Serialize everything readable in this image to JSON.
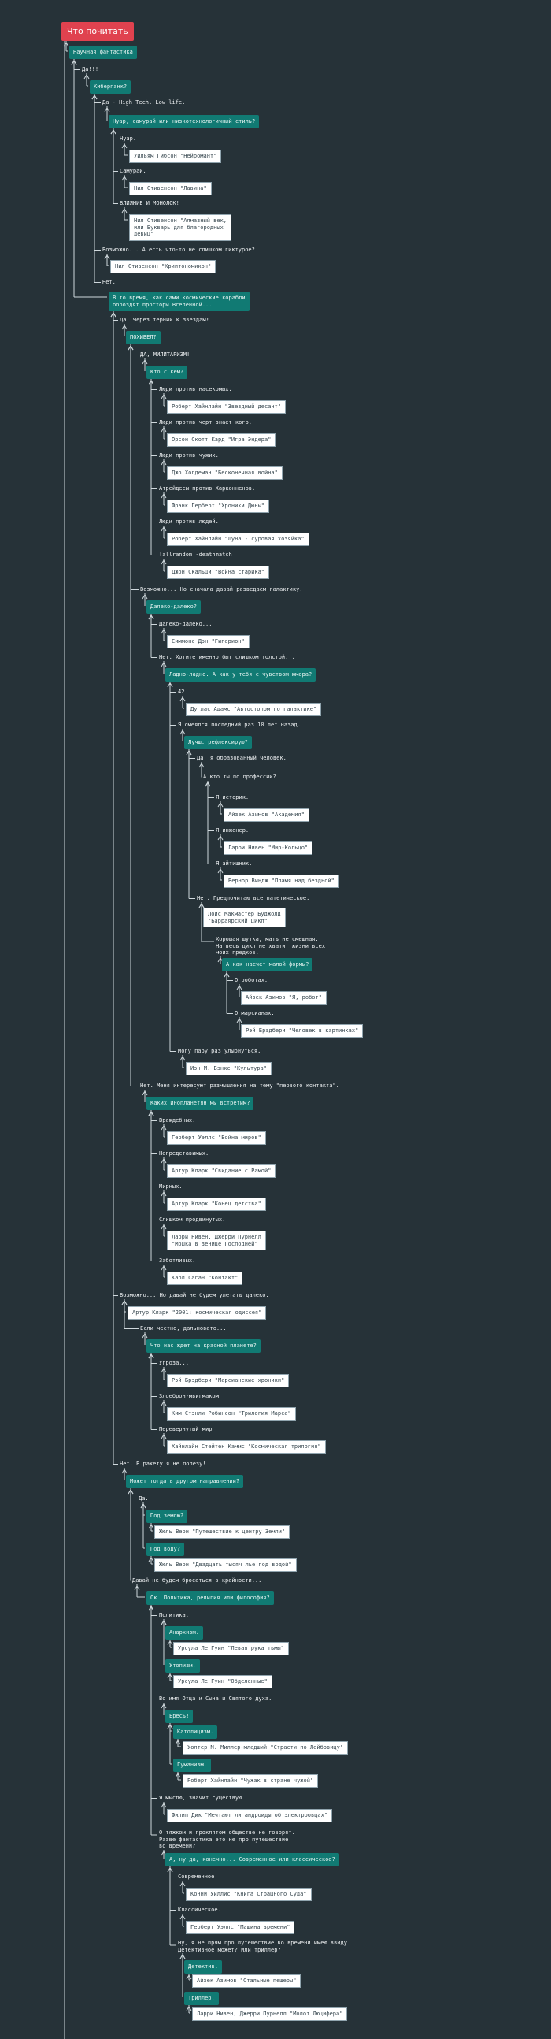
{
  "colors": {
    "background": "#263238",
    "root": "#e0424f",
    "question": "#117a73",
    "book_bg": "#ffffff",
    "line": "#cfd8dc"
  },
  "nodes": [
    {
      "id": "root",
      "type": "root",
      "text": "Что почитать"
    },
    {
      "id": "n1",
      "type": "question",
      "text": "Научная фантастика"
    },
    {
      "id": "n2",
      "type": "label",
      "text": "Да!!!"
    },
    {
      "id": "n3",
      "type": "question",
      "text": "Киберпанк?"
    },
    {
      "id": "n4",
      "type": "label",
      "text": "Да - High Tech. Low life."
    },
    {
      "id": "n5",
      "type": "question",
      "text": "Нуар, самурай или низкотехнологичный стиль?"
    },
    {
      "id": "n6",
      "type": "label",
      "text": "Нуар."
    },
    {
      "id": "b1",
      "type": "book",
      "text": "Уильям Гибсон \"Нейромант\""
    },
    {
      "id": "n7",
      "type": "label",
      "text": "Самураи."
    },
    {
      "id": "b2",
      "type": "book",
      "text": "Нил Стивенсон \"Лавина\""
    },
    {
      "id": "n8",
      "type": "label",
      "text": "ВЛИЯНИЕ И МОНОЛОК!"
    },
    {
      "id": "b3",
      "type": "book",
      "text": "Нил Стивенсон \"Алмазный век,\nили Букварь для благородных\nдевиц\""
    },
    {
      "id": "n9",
      "type": "label",
      "text": "Возможно... А есть что-то не слишком гиктурое?"
    },
    {
      "id": "b4",
      "type": "book",
      "text": "Нил Стивенсон \"Криптономикон\""
    },
    {
      "id": "n10",
      "type": "label",
      "text": "Нет."
    },
    {
      "id": "n11",
      "type": "question",
      "text": "В то время, как сами космические корабли\nбороздят просторы Вселенной..."
    },
    {
      "id": "n12",
      "type": "label",
      "text": "Да! Через тернии к звездам!"
    },
    {
      "id": "n13",
      "type": "question",
      "text": "ПОХИВЕЛ?"
    },
    {
      "id": "n14",
      "type": "label",
      "text": "ДА, МИЛИТАРИЗМ!"
    },
    {
      "id": "n15",
      "type": "question",
      "text": "Кто с кем?"
    },
    {
      "id": "n16",
      "type": "label",
      "text": "Люди против насекомых."
    },
    {
      "id": "b5",
      "type": "book",
      "text": "Роберт Хайнлайн \"Звездный десант\""
    },
    {
      "id": "n17",
      "type": "label",
      "text": "Люди против черт знает кого."
    },
    {
      "id": "b6",
      "type": "book",
      "text": "Орсон Скотт Кард \"Игра Эндера\""
    },
    {
      "id": "n18",
      "type": "label",
      "text": "Люди против чужих."
    },
    {
      "id": "b7",
      "type": "book",
      "text": "Джо Холдеман \"Бесконечная война\""
    },
    {
      "id": "n19",
      "type": "label",
      "text": "Атрейдесы против Харконненов."
    },
    {
      "id": "b8",
      "type": "book",
      "text": "Фрэнк Герберт \"Хроники Дюны\""
    },
    {
      "id": "n20",
      "type": "label",
      "text": "Люди против людей."
    },
    {
      "id": "b9",
      "type": "book",
      "text": "Роберт Хайнлайн \"Луна - суровая хозяйка\""
    },
    {
      "id": "n21",
      "type": "label",
      "text": "!allrandom -deathmatch"
    },
    {
      "id": "b10",
      "type": "book",
      "text": "Джон Скальци \"Война старика\""
    },
    {
      "id": "n22",
      "type": "label",
      "text": "Возможно... Но сначала давай разведаем галактику."
    },
    {
      "id": "n23",
      "type": "question",
      "text": "Далеко-далеко?"
    },
    {
      "id": "n24",
      "type": "label",
      "text": "Далеко-далеко..."
    },
    {
      "id": "b11",
      "type": "book",
      "text": "Симмонс Дэн \"Гиперион\""
    },
    {
      "id": "n25",
      "type": "label",
      "text": "Нет. Хотите именно быт слишком толстой..."
    },
    {
      "id": "n26",
      "type": "question",
      "text": "Ладно-ладно. А как у тебя с чувством юмора?"
    },
    {
      "id": "n27",
      "type": "label",
      "text": "42"
    },
    {
      "id": "b12",
      "type": "book",
      "text": "Дуглас Адамс \"Автостопом по галактике\""
    },
    {
      "id": "n28",
      "type": "label",
      "text": "Я смеялся последний раз 10 лет назад."
    },
    {
      "id": "n29",
      "type": "question",
      "text": "Лучш. рефлексирую?"
    },
    {
      "id": "n30",
      "type": "label",
      "text": "Да, я образованный человек."
    },
    {
      "id": "n31",
      "type": "label",
      "text": "А кто ты по профессии?"
    },
    {
      "id": "n32",
      "type": "label",
      "text": "Я историк."
    },
    {
      "id": "b13",
      "type": "book",
      "text": "Айзек Азимов \"Академия\""
    },
    {
      "id": "n33",
      "type": "label",
      "text": "Я инженер."
    },
    {
      "id": "b14",
      "type": "book",
      "text": "Ларри Нивен \"Мир-Кольцо\""
    },
    {
      "id": "n34",
      "type": "label",
      "text": "Я айтишник."
    },
    {
      "id": "b15",
      "type": "book",
      "text": "Вернор Виндж \"Пламя над бездной\""
    },
    {
      "id": "n35",
      "type": "label",
      "text": "Нет. Предпочитаю все патетическое."
    },
    {
      "id": "b16",
      "type": "book",
      "text": "Лоис Макмастер Буджолд\n\"Барраярский цикл\""
    },
    {
      "id": "n36",
      "type": "label",
      "text": "Хорошая шутка, мать не смешная.\nНа весь цикл не хватит жизни всех\nмоих предков."
    },
    {
      "id": "n37",
      "type": "question",
      "text": "А как насчет малой формы?"
    },
    {
      "id": "n38",
      "type": "label",
      "text": "О роботах."
    },
    {
      "id": "b17",
      "type": "book",
      "text": "Айзек Азимов \"Я, робот\""
    },
    {
      "id": "n39",
      "type": "label",
      "text": "О марсианах."
    },
    {
      "id": "b18",
      "type": "book",
      "text": "Рэй Брэдбери \"Человек в картинках\""
    },
    {
      "id": "n40",
      "type": "label",
      "text": "Могу пару раз улыбнуться."
    },
    {
      "id": "b19",
      "type": "book",
      "text": "Иэн М. Бэнкс \"Культура\""
    },
    {
      "id": "n41",
      "type": "label",
      "text": "Нет. Меня интересуют размышления на тему \"первого контакта\"."
    },
    {
      "id": "n42",
      "type": "question",
      "text": "Каких инопланетян мы встретим?"
    },
    {
      "id": "n43",
      "type": "label",
      "text": "Враждебных."
    },
    {
      "id": "b20",
      "type": "book",
      "text": "Герберт Уэллс \"Война миров\""
    },
    {
      "id": "n44",
      "type": "label",
      "text": "Непредставимых."
    },
    {
      "id": "b21",
      "type": "book",
      "text": "Артур Кларк \"Свидание с Рамой\""
    },
    {
      "id": "n45",
      "type": "label",
      "text": "Мирных."
    },
    {
      "id": "b22",
      "type": "book",
      "text": "Артур Кларк \"Конец детства\""
    },
    {
      "id": "n46",
      "type": "label",
      "text": "Слишком продвинутых."
    },
    {
      "id": "b23",
      "type": "book",
      "text": "Ларри Нивен, Джерри Пурнелл\n\"Мошка в зенице Господней\""
    },
    {
      "id": "n47",
      "type": "label",
      "text": "Заботливых."
    },
    {
      "id": "b24",
      "type": "book",
      "text": "Карл Саган \"Контакт\""
    },
    {
      "id": "n48",
      "type": "label",
      "text": "Возможно... Но давай не будем улетать далеко."
    },
    {
      "id": "b25",
      "type": "book",
      "text": "Артур Кларк \"2001: космическая одиссея\""
    },
    {
      "id": "n49",
      "type": "label",
      "text": "Если честно, дальновато..."
    },
    {
      "id": "n50",
      "type": "question",
      "text": "Что нас ждет на красной планете?"
    },
    {
      "id": "n51",
      "type": "label",
      "text": "Угроза..."
    },
    {
      "id": "b26",
      "type": "book",
      "text": "Рэй Брэдбери \"Марсианские хроники\""
    },
    {
      "id": "n52",
      "type": "label",
      "text": "Злоеброн-мвигмаком"
    },
    {
      "id": "b27",
      "type": "book",
      "text": "Ким Стэнли Робинсон \"Трилогия Марса\""
    },
    {
      "id": "n53",
      "type": "label",
      "text": "Перевернутый мир"
    },
    {
      "id": "b28",
      "type": "book",
      "text": "Хайнлайн Стейтен Каммс \"Космическая трилогия\""
    },
    {
      "id": "n54",
      "type": "label",
      "text": "Нет. В ракету я не полезу!"
    },
    {
      "id": "n55",
      "type": "question",
      "text": "Может тогда в другом направлении?"
    },
    {
      "id": "n56",
      "type": "label",
      "text": "Да."
    },
    {
      "id": "n57",
      "type": "question",
      "text": "Под землю?"
    },
    {
      "id": "b29",
      "type": "book",
      "text": "Жюль Верн \"Путешествие к центру Земли\""
    },
    {
      "id": "n58",
      "type": "question",
      "text": "Под воду?"
    },
    {
      "id": "b30",
      "type": "book",
      "text": "Жюль Верн \"Двадцать тысяч лье под водой\""
    },
    {
      "id": "n59",
      "type": "label",
      "text": "Давай не будем бросаться в крайности..."
    },
    {
      "id": "n60",
      "type": "question",
      "text": "Ок. Политика, религия или философия?"
    },
    {
      "id": "n61",
      "type": "label",
      "text": "Политика."
    },
    {
      "id": "n62",
      "type": "question",
      "text": "Анархизм."
    },
    {
      "id": "b31",
      "type": "book",
      "text": "Урсула Ле Гуин \"Левая рука тьмы\""
    },
    {
      "id": "n63",
      "type": "question",
      "text": "Утопизм."
    },
    {
      "id": "b32",
      "type": "book",
      "text": "Урсула Ле Гуин \"Обделенные\""
    },
    {
      "id": "n64",
      "type": "label",
      "text": "Во имя Отца и Сына и Святого духа."
    },
    {
      "id": "n65",
      "type": "question",
      "text": "Ересь!"
    },
    {
      "id": "n66",
      "type": "question",
      "text": "Католицизм."
    },
    {
      "id": "b33",
      "type": "book",
      "text": "Уолтер М. Миллер-младший \"Страсти по Лейбовицу\""
    },
    {
      "id": "n67",
      "type": "question",
      "text": "Гуманизм."
    },
    {
      "id": "b34",
      "type": "book",
      "text": "Роберт Хайнлайн \"Чужак в стране чужой\""
    },
    {
      "id": "n68",
      "type": "label",
      "text": "Я мыслю, значит существую."
    },
    {
      "id": "b35",
      "type": "book",
      "text": "Филип Дик \"Мечтают ли андроиды об электроовцах\""
    },
    {
      "id": "n69",
      "type": "label",
      "text": "О тяжком и проклятом обществе не говорят.\nРазве фантастика это не про путешествие\nво времени?"
    },
    {
      "id": "n70",
      "type": "question",
      "text": "А, ну да, конечно... Современное или классическое?"
    },
    {
      "id": "n71",
      "type": "label",
      "text": "Современное."
    },
    {
      "id": "b36",
      "type": "book",
      "text": "Конни Уиллис \"Книга Страшного Суда\""
    },
    {
      "id": "n72",
      "type": "label",
      "text": "Классическое."
    },
    {
      "id": "b37",
      "type": "book",
      "text": "Герберт Уэллс \"Машина времени\""
    },
    {
      "id": "n73",
      "type": "label",
      "text": "Ну, я не прям про путешествие во времени имею ввиду\nДетективное может? Или триллер?"
    },
    {
      "id": "n74",
      "type": "question",
      "text": "Детектив."
    },
    {
      "id": "b38",
      "type": "book",
      "text": "Айзек Азимов \"Стальные пещеры\""
    },
    {
      "id": "n75",
      "type": "question",
      "text": "Триллер."
    },
    {
      "id": "b39",
      "type": "book",
      "text": "Ларри Нивен, Джерри Пурнелл \"Молот Люцифера\""
    }
  ]
}
